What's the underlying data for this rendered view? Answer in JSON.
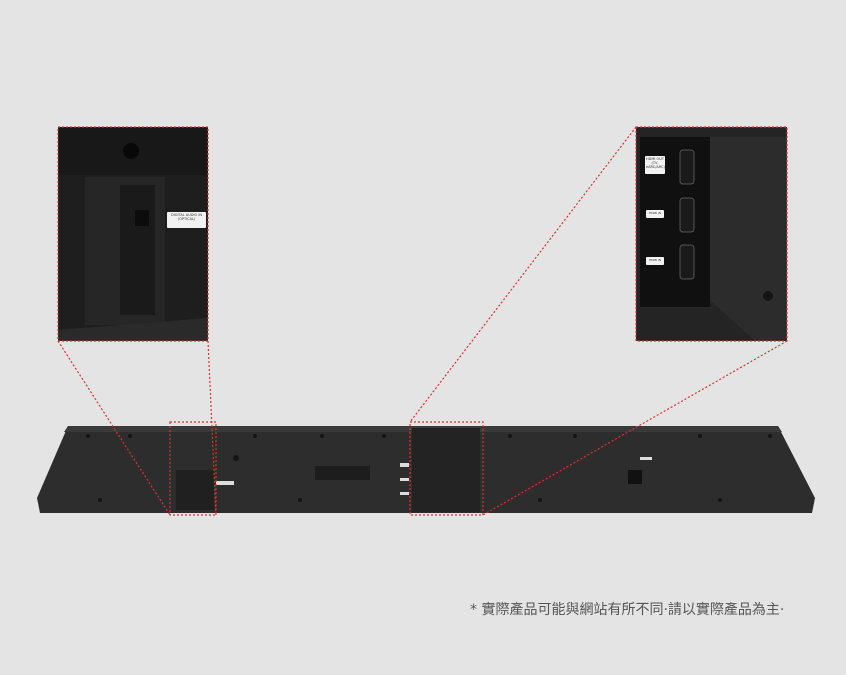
{
  "labels": {
    "optical": "DIGITAL AUDIO IN (OPTICAL)",
    "hdmi_out": "HDMI OUT (TV-eARC/ARC)",
    "hdmi_in_1": "HDMI IN",
    "hdmi_in_2": "HDMI IN"
  },
  "disclaimer": "* 實際產品可能與網站有所不同·請以實際產品為主·",
  "colors": {
    "background": "#e4e4e4",
    "callout": "#e03030",
    "soundbar": "#2b2b2b"
  }
}
